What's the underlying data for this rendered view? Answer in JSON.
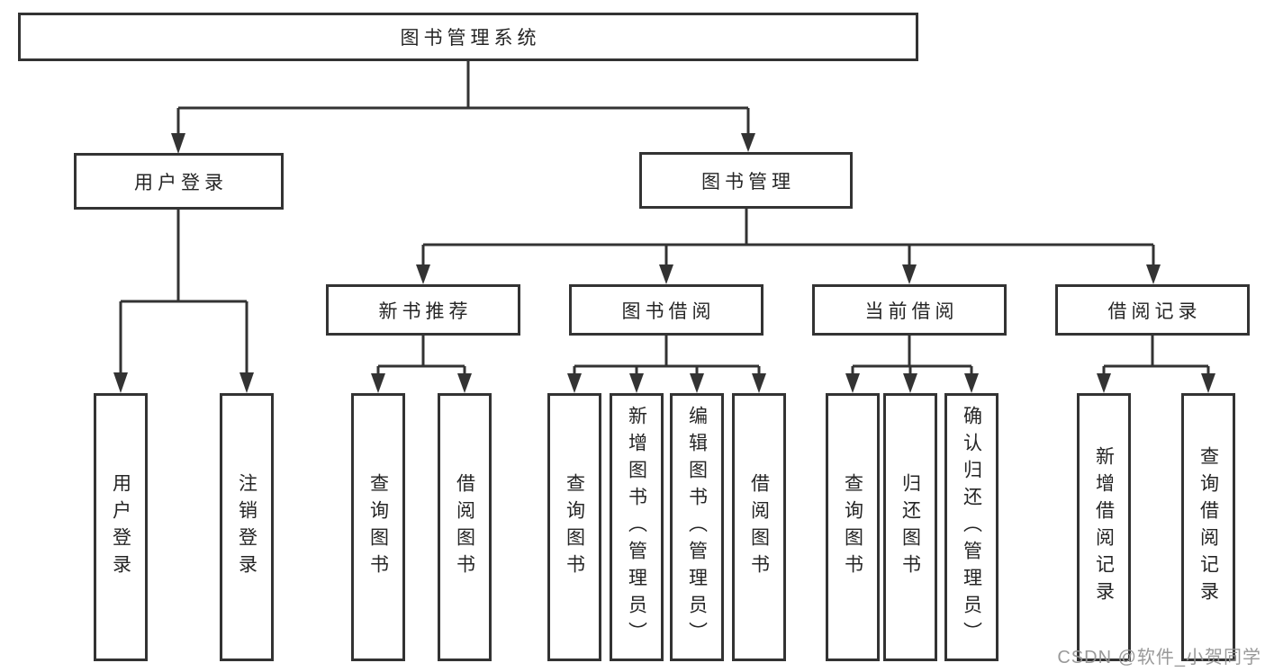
{
  "tree": {
    "label": "图书管理系统",
    "children": [
      {
        "label": "用户登录",
        "children": [
          {
            "label": "用户登录"
          },
          {
            "label": "注销登录"
          }
        ]
      },
      {
        "label": "图书管理",
        "children": [
          {
            "label": "新书推荐",
            "children": [
              {
                "label": "查询图书"
              },
              {
                "label": "借阅图书"
              }
            ]
          },
          {
            "label": "图书借阅",
            "children": [
              {
                "label": "查询图书"
              },
              {
                "label": "新增图书（管理员）"
              },
              {
                "label": "编辑图书（管理员）"
              },
              {
                "label": "借阅图书"
              }
            ]
          },
          {
            "label": "当前借阅",
            "children": [
              {
                "label": "查询图书"
              },
              {
                "label": "归还图书"
              },
              {
                "label": "确认归还（管理员）"
              }
            ]
          },
          {
            "label": "借阅记录",
            "children": [
              {
                "label": "新增借阅记录"
              },
              {
                "label": "查询借阅记录"
              }
            ]
          }
        ]
      }
    ]
  },
  "watermark": {
    "text": "CSDN @软件_小贺同学"
  },
  "colors": {
    "line": "#333333",
    "box_border": "#333333",
    "box_fill": "#ffffff",
    "text": "#252525",
    "watermark": "#949494",
    "background": "#ffffff"
  }
}
